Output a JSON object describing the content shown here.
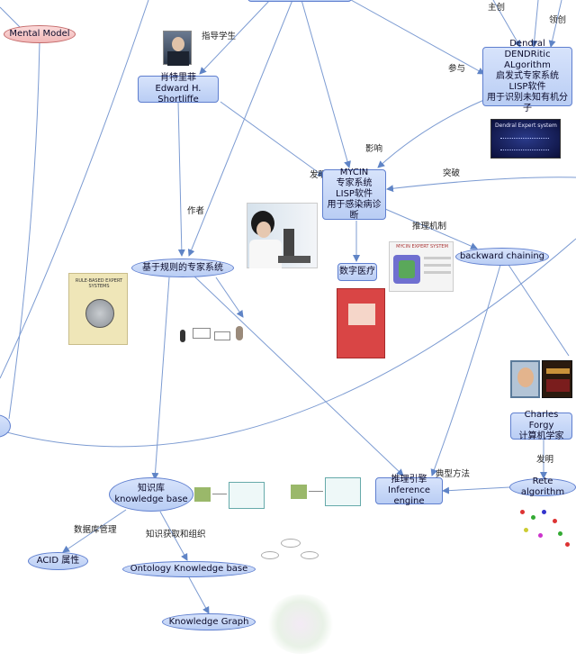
{
  "nodes": {
    "mental_model": "Mental Model",
    "shortliffe": [
      "肖特里菲",
      "Edward H. Shortliffe"
    ],
    "dendral": [
      "Dendral",
      "DENDRitic ALgorithm",
      "启发式专家系统",
      "LISP软件",
      "用于识别未知有机分子"
    ],
    "mycin": [
      "MYCIN",
      "专家系统",
      "LISP软件",
      "用于感染病诊断"
    ],
    "rule_based": "基于规则的专家系统",
    "digital_medicine": "数字医疗",
    "backward_chaining": "backward chaining",
    "charles_forgy": [
      "Charles Forgy",
      "计算机学家"
    ],
    "rete": "Rete algorithm",
    "inference_engine": [
      "推理引擎",
      "Inference engine"
    ],
    "knowledge_base": [
      "知识库",
      "knowledge base"
    ],
    "acid": "ACID 属性",
    "ontology": "Ontology Knowledge base",
    "knowledge_graph": "Knowledge Graph"
  },
  "edge_labels": {
    "advisor": "指导学生",
    "founder": "主创",
    "lead": "领创",
    "participate": "参与",
    "influence": "影响",
    "invent": "发明",
    "breakthrough": "突破",
    "author": "作者",
    "inference_mechanism": "推理机制",
    "typical_method": "典型方法",
    "invented": "发明",
    "db_management": "数据库管理",
    "knowledge_acquisition": "知识获取和组织"
  },
  "images": {
    "dendral_screen": "Dendral Expert system",
    "mycin_book": "MYCIN EXPERT SYSTEM",
    "rule_book": "RULE-BASED EXPERT SYSTEMS"
  },
  "colors": {
    "node_fill": "#c6d6f8",
    "node_border": "#5f7fcf",
    "edge": "#5f84c6",
    "pink_fill": "#f5c4c4"
  }
}
